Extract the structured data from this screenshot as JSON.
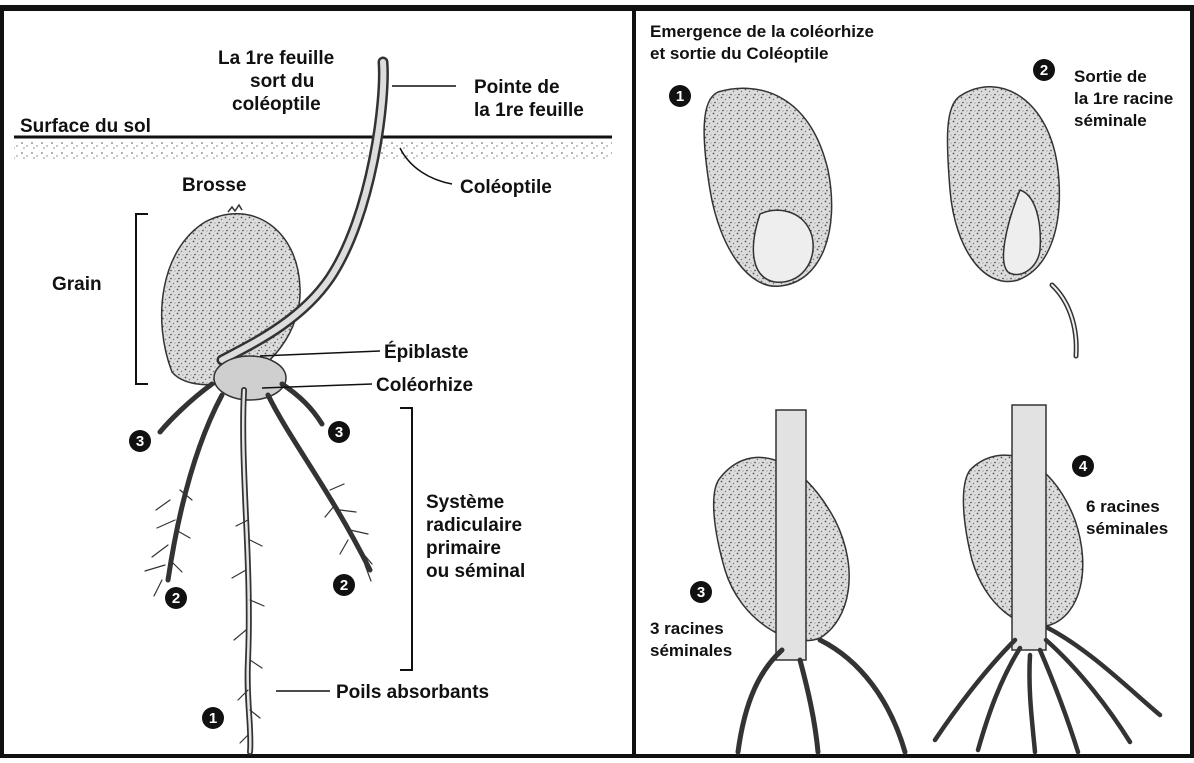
{
  "left_panel": {
    "first_leaf_emerges": [
      "La 1re feuille",
      "sort du",
      "coléoptile"
    ],
    "leaf_tip": [
      "Pointe de",
      "la 1re feuille"
    ],
    "soil_surface": "Surface du sol",
    "coleoptile": "Coléoptile",
    "brush": "Brosse",
    "grain": "Grain",
    "epiblast": "Épiblaste",
    "coleorhiza": "Coléorhize",
    "root_system": [
      "Système",
      "radiculaire",
      "primaire",
      "ou séminal"
    ],
    "root_hairs": "Poils absorbants",
    "badges": [
      "3",
      "3",
      "2",
      "2",
      "1"
    ]
  },
  "right_panel": {
    "header": [
      "Emergence de la coléorhize",
      "et sortie du Coléoptile"
    ],
    "stage1_badge": "1",
    "stage2_badge": "2",
    "stage2_label": [
      "Sortie de",
      "la 1re racine",
      "séminale"
    ],
    "stage3_badge": "3",
    "stage3_label": [
      "3 racines",
      "séminales"
    ],
    "stage4_badge": "4",
    "stage4_label": [
      "6 racines",
      "séminales"
    ]
  },
  "colors": {
    "ink": "#111111",
    "grain_fill": "#d6d6d6",
    "background": "#ffffff"
  }
}
